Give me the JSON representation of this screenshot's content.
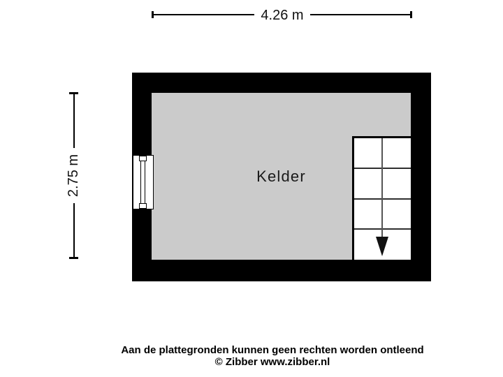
{
  "floorplan": {
    "room": {
      "label": "Kelder"
    },
    "dimensions": {
      "width": "4.26 m",
      "height": "2.75 m"
    },
    "staircase": {
      "rows": 4,
      "columns": 2,
      "direction": "down"
    },
    "window": {
      "wall": "left"
    },
    "colors": {
      "wall": "#000000",
      "floor": "#cbcbcb",
      "stair_fill": "#ffffff",
      "dimension_line": "#000000",
      "text": "#1a1a1a",
      "background": "#ffffff"
    }
  },
  "footer": {
    "disclaimer": "Aan de plattegronden kunnen geen rechten worden ontleend",
    "copyright": "© Zibber www.zibber.nl"
  }
}
